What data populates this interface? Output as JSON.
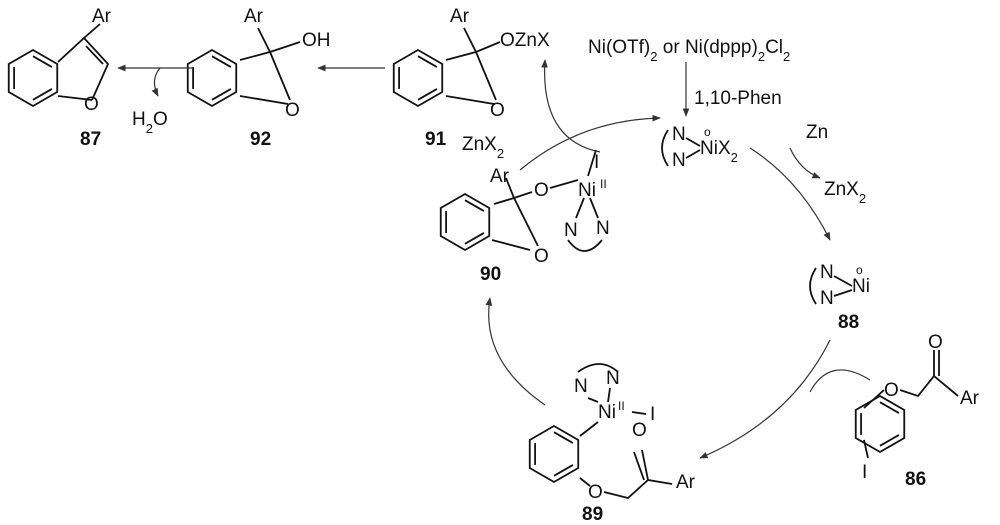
{
  "title": "Ni-catalyzed synthesis of 3-aryl benzofurans (catalytic cycle)",
  "compounds": {
    "c87": {
      "label": "87",
      "ar": "Ar",
      "o": "O"
    },
    "c92": {
      "label": "92",
      "ar": "Ar",
      "oh": "OH",
      "o": "O"
    },
    "c91": {
      "label": "91",
      "ar": "Ar",
      "ozn": "OZnX",
      "o": "O"
    },
    "c90": {
      "label": "90",
      "ar": "Ar",
      "o_link": "O",
      "ni": "Ni",
      "ox": "II",
      "i": "I",
      "n1": "N",
      "n2": "N",
      "o": "O"
    },
    "c88": {
      "label": "88",
      "n1": "N",
      "n2": "N",
      "ni": "Ni",
      "ox": "o"
    },
    "c89": {
      "label": "89",
      "n1": "N",
      "n2": "N",
      "ni": "Ni",
      "ox": "II",
      "i": "I",
      "o1": "O",
      "o2": "O",
      "ar": "Ar"
    },
    "c86": {
      "label": "86",
      "o1": "O",
      "o2": "O",
      "ar": "Ar",
      "i": "I"
    },
    "cat": {
      "n1": "N",
      "n2": "N",
      "ni": "NiX2",
      "ox": "o"
    }
  },
  "reagents": {
    "precatalyst": "Ni(OTf)2 or Ni(dppp)2Cl2",
    "ligand": "1,10-Phen",
    "zn": "Zn",
    "znx2_out": "ZnX2",
    "znx2_in": "ZnX2",
    "water": "H2O"
  }
}
